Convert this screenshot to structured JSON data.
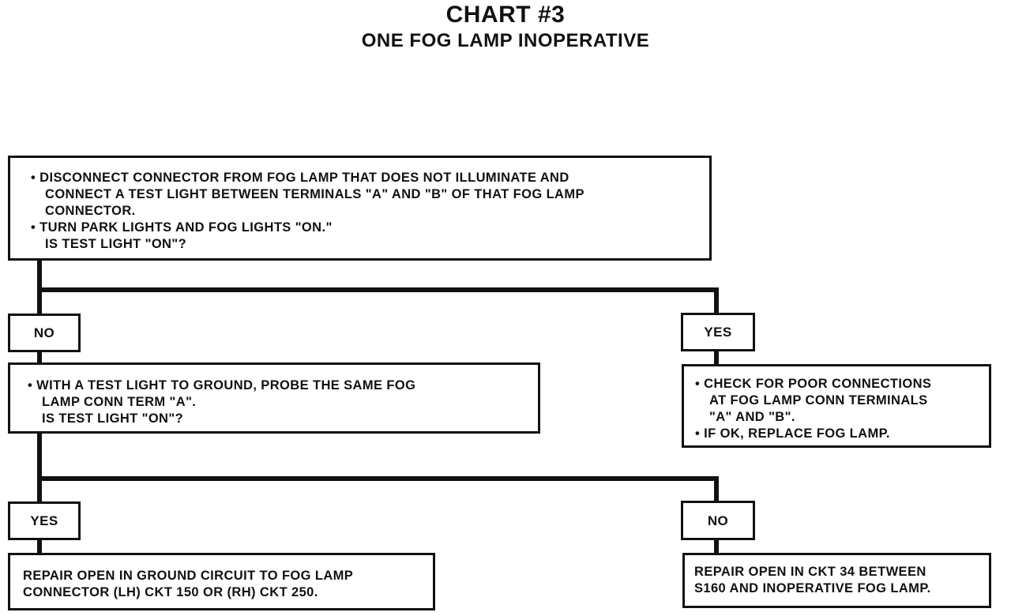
{
  "title": "CHART #3",
  "subtitle": "ONE FOG LAMP INOPERATIVE",
  "start_box": {
    "lines": [
      "• DISCONNECT CONNECTOR FROM FOG LAMP THAT DOES NOT ILLUMINATE AND",
      "CONNECT A TEST LIGHT BETWEEN TERMINALS \"A\" AND \"B\" OF THAT FOG LAMP",
      "CONNECTOR.",
      "• TURN PARK LIGHTS AND FOG LIGHTS \"ON.\"",
      "IS TEST LIGHT \"ON\"?"
    ]
  },
  "branch1": {
    "no_label": "NO",
    "yes_label": "YES"
  },
  "probe_box": {
    "lines": [
      "• WITH A TEST LIGHT TO GROUND, PROBE THE SAME FOG",
      "LAMP CONN TERM \"A\".",
      "IS TEST LIGHT \"ON\"?"
    ]
  },
  "check_box": {
    "lines": [
      "• CHECK FOR POOR CONNECTIONS",
      "AT FOG LAMP CONN TERMINALS",
      "\"A\" AND \"B\".",
      "• IF OK, REPLACE FOG LAMP."
    ]
  },
  "branch2": {
    "yes_label": "YES",
    "no_label": "NO"
  },
  "repair_ground_box": {
    "lines": [
      "REPAIR OPEN IN GROUND CIRCUIT TO FOG LAMP",
      "CONNECTOR (LH) CKT 150 OR (RH) CKT 250."
    ]
  },
  "repair_ckt_box": {
    "lines": [
      "REPAIR OPEN IN CKT 34 BETWEEN",
      "S160 AND INOPERATIVE FOG LAMP."
    ]
  }
}
